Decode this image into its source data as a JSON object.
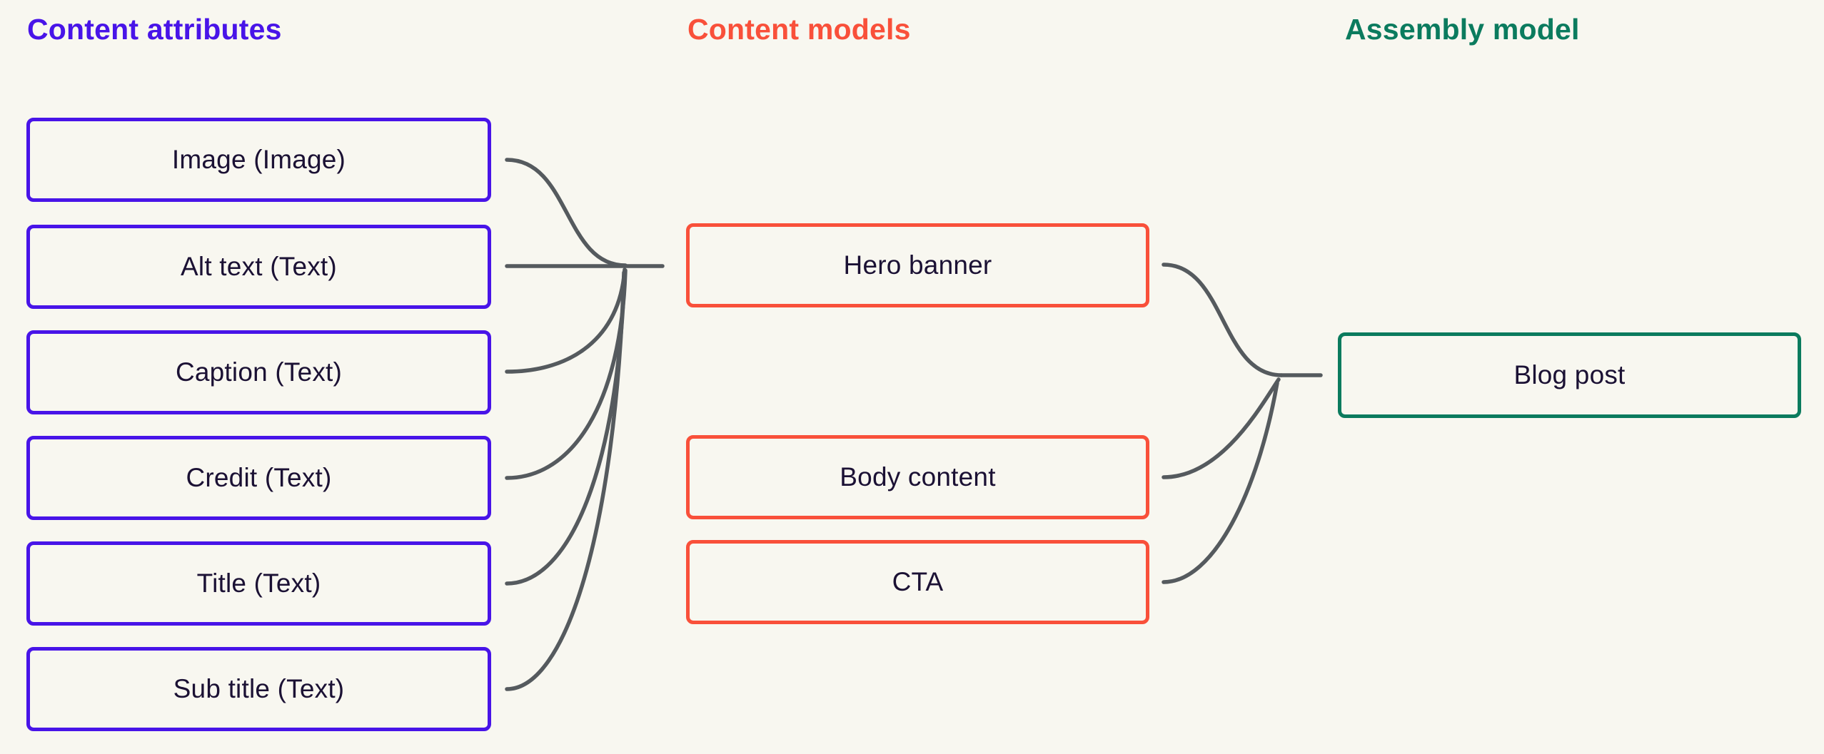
{
  "diagram": {
    "columns": [
      {
        "title": "Content attributes",
        "accent_color": "#4814e8",
        "items": [
          {
            "label": "Image (Image)"
          },
          {
            "label": "Alt text (Text)"
          },
          {
            "label": "Caption (Text)"
          },
          {
            "label": "Credit (Text)"
          },
          {
            "label": "Title (Text)"
          },
          {
            "label": "Sub title (Text)"
          }
        ]
      },
      {
        "title": "Content models",
        "accent_color": "#f9503a",
        "items": [
          {
            "label": "Hero banner"
          },
          {
            "label": "Body content"
          },
          {
            "label": "CTA"
          }
        ]
      },
      {
        "title": "Assembly model",
        "accent_color": "#0b7b5e",
        "items": [
          {
            "label": "Blog post"
          }
        ]
      }
    ],
    "connections": [
      {
        "from": "Image (Image)",
        "to": "Hero banner"
      },
      {
        "from": "Alt text (Text)",
        "to": "Hero banner"
      },
      {
        "from": "Caption (Text)",
        "to": "Hero banner"
      },
      {
        "from": "Credit (Text)",
        "to": "Hero banner"
      },
      {
        "from": "Title (Text)",
        "to": "Hero banner"
      },
      {
        "from": "Sub title (Text)",
        "to": "Hero banner"
      },
      {
        "from": "Hero banner",
        "to": "Blog post"
      },
      {
        "from": "Body content",
        "to": "Blog post"
      },
      {
        "from": "CTA",
        "to": "Blog post"
      }
    ],
    "colors": {
      "background": "#f8f7f0",
      "attributes_purple": "#4814e8",
      "models_orange": "#f9503a",
      "assembly_green": "#0b7b5e",
      "connector_gray": "#555a5e",
      "label_ink": "#1b1134"
    }
  }
}
